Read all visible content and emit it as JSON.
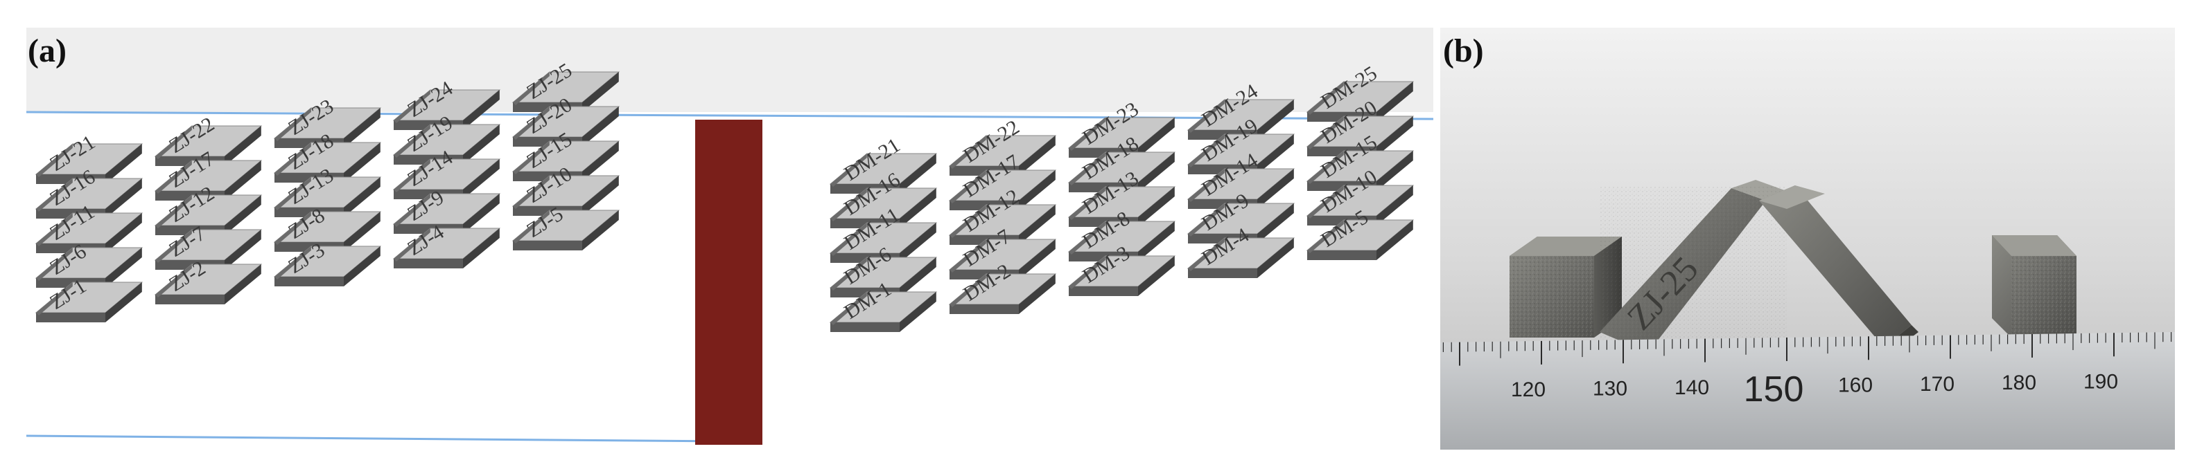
{
  "panel_a": {
    "label": "(a)",
    "zj_rows": [
      [
        "ZJ-21",
        "ZJ-16",
        "ZJ-11",
        "ZJ-6",
        "ZJ-1"
      ],
      [
        "ZJ-22",
        "ZJ-17",
        "ZJ-12",
        "ZJ-7",
        "ZJ-2"
      ],
      [
        "ZJ-23",
        "ZJ-18",
        "ZJ-13",
        "ZJ-8",
        "ZJ-3"
      ],
      [
        "ZJ-24",
        "ZJ-19",
        "ZJ-14",
        "ZJ-9",
        "ZJ-4"
      ],
      [
        "ZJ-25",
        "ZJ-20",
        "ZJ-15",
        "ZJ-10",
        "ZJ-5"
      ]
    ],
    "dm_rows": [
      [
        "DM-21",
        "DM-16",
        "DM-11",
        "DM-6",
        "DM-1"
      ],
      [
        "DM-22",
        "DM-17",
        "DM-12",
        "DM-7",
        "DM-2"
      ],
      [
        "DM-23",
        "DM-18",
        "DM-13",
        "DM-8",
        "DM-3"
      ],
      [
        "DM-24",
        "DM-19",
        "DM-14",
        "DM-9",
        "DM-4"
      ],
      [
        "DM-25",
        "DM-20",
        "DM-15",
        "DM-10",
        "DM-5"
      ]
    ],
    "colors": {
      "plate": "#eeeeee",
      "divider": "#7a1f1a",
      "cube_top": "#c8c8c8",
      "cube_front": "#5a5a5a",
      "cube_side": "#3e3e3e",
      "guide_line": "#7fb2e6"
    }
  },
  "panel_b": {
    "label": "(b)",
    "specimen_label": "ZJ-25",
    "ruler_numbers": [
      "120",
      "130",
      "140",
      "150",
      "160",
      "170",
      "180",
      "190"
    ],
    "ruler_major": "150"
  }
}
